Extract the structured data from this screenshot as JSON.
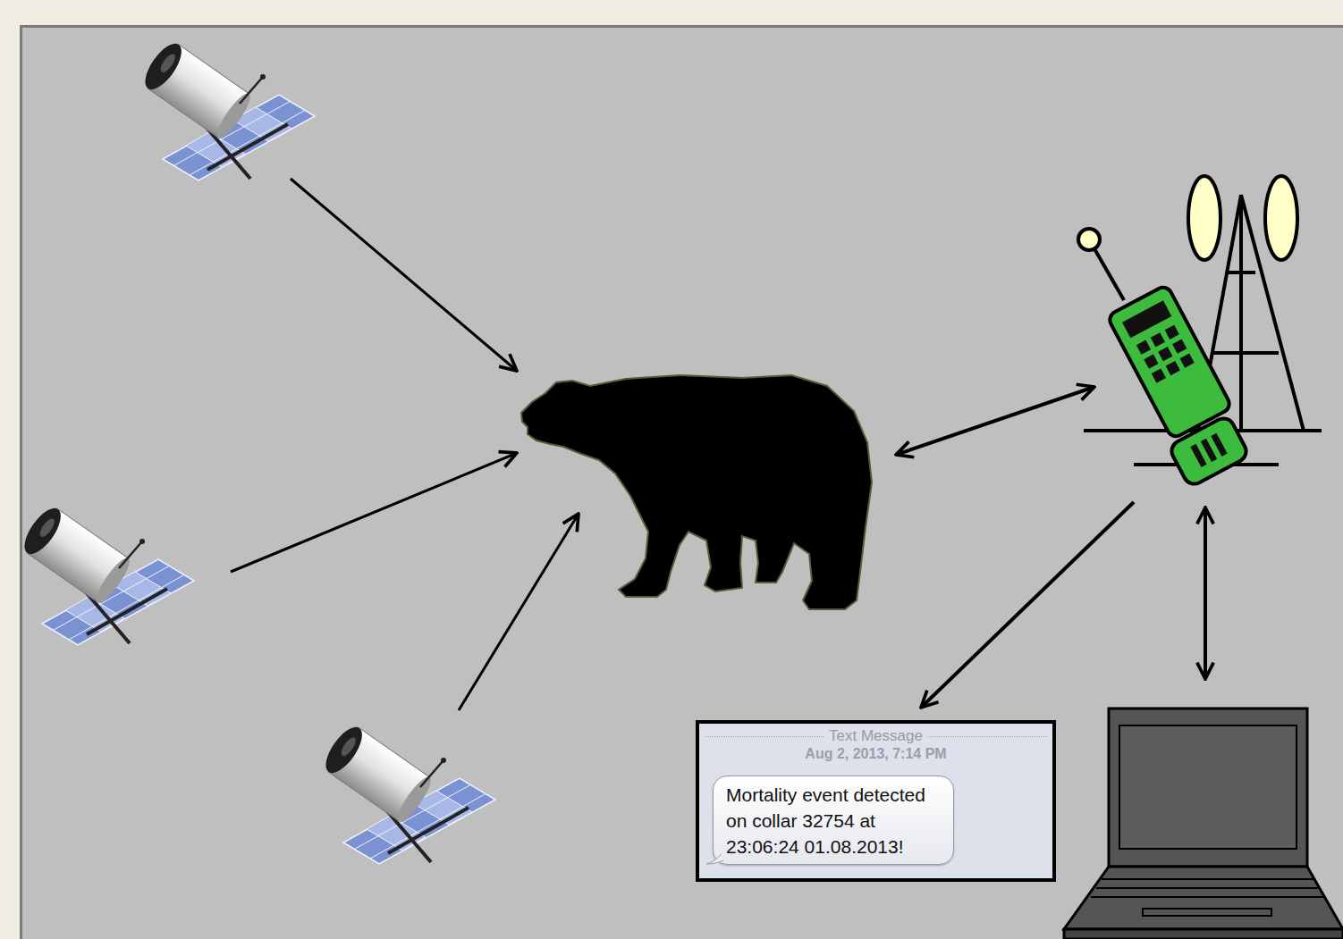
{
  "diagram": {
    "nodes": [
      {
        "text": [
          "Text Message",
          "Aug 2, 2013, 7:14 PM"
        ]
      },
      {
        "text": [
          "Mortality event detected on collar 32754 at 23:06:24 01.08.2013!"
        ],
        "in": 0
      }
    ]
  }
}
